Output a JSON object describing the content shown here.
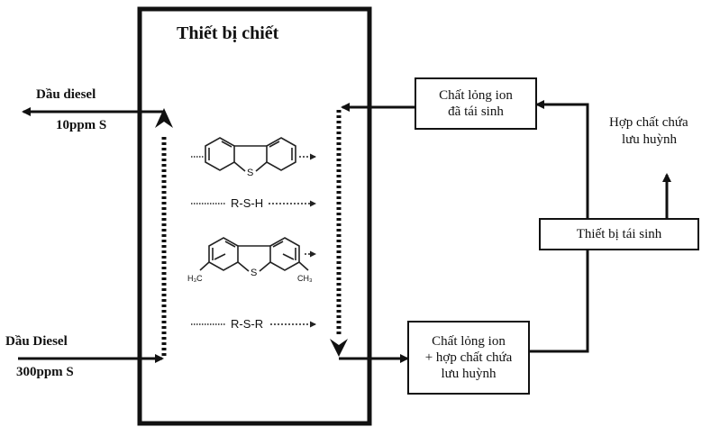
{
  "extractor": {
    "title": "Thiết bị chiết"
  },
  "diesel_out": {
    "name": "Dầu diesel",
    "spec": "10ppm S"
  },
  "diesel_in": {
    "name": "Dầu Diesel",
    "spec": "300ppm S"
  },
  "regenerated_il": {
    "line1": "Chất lỏng ion",
    "line2": "đã tái sinh"
  },
  "spent_il": {
    "line1": "Chất lỏng ion",
    "line2": "+ hợp chất chứa",
    "line3": "lưu huỳnh"
  },
  "regenerator": {
    "label": "Thiết bị tái sinh"
  },
  "sulfur_product": {
    "line1": "Hợp chất chứa",
    "line2": "lưu huỳnh"
  },
  "molecules": {
    "dbt_s": "S",
    "thiol": "R-S-H",
    "dmdbt_s": "S",
    "dmdbt_left": "H₃C",
    "dmdbt_right": "CH₃",
    "sulfide": "R-S-R"
  }
}
